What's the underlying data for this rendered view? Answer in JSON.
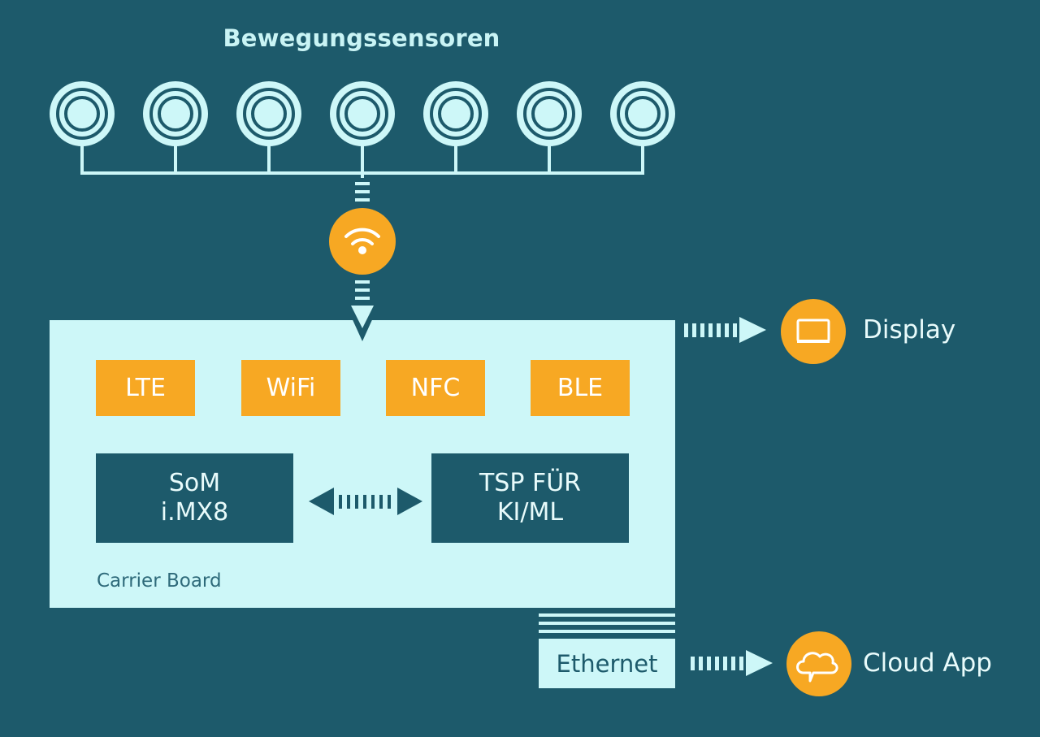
{
  "title": "Bewegungssensoren",
  "sensors": [
    {
      "id": "sensor-1",
      "icon": "motion-sensor-icon"
    },
    {
      "id": "sensor-2",
      "icon": "motion-sensor-icon"
    },
    {
      "id": "sensor-3",
      "icon": "motion-sensor-icon"
    },
    {
      "id": "sensor-4",
      "icon": "motion-sensor-icon"
    },
    {
      "id": "sensor-5",
      "icon": "motion-sensor-icon"
    },
    {
      "id": "sensor-6",
      "icon": "motion-sensor-icon"
    },
    {
      "id": "sensor-7",
      "icon": "motion-sensor-icon"
    }
  ],
  "wireless_icon": "wifi-icon",
  "board": {
    "label": "Carrier Board",
    "chips": [
      "LTE",
      "WiFi",
      "NFC",
      "BLE"
    ],
    "processors": [
      {
        "line1": "SoM",
        "line2": "i.MX8"
      },
      {
        "line1": "TSP FÜR",
        "line2": "KI/ML"
      }
    ]
  },
  "ethernet": {
    "label": "Ethernet"
  },
  "outputs": [
    {
      "label": "Display",
      "icon": "monitor-icon"
    },
    {
      "label": "Cloud App",
      "icon": "cloud-chat-icon"
    }
  ],
  "colors": {
    "background": "#1d5a6b",
    "light": "#cdf7f8",
    "accent": "#f7a823",
    "text_light": "#e8fbfb"
  }
}
